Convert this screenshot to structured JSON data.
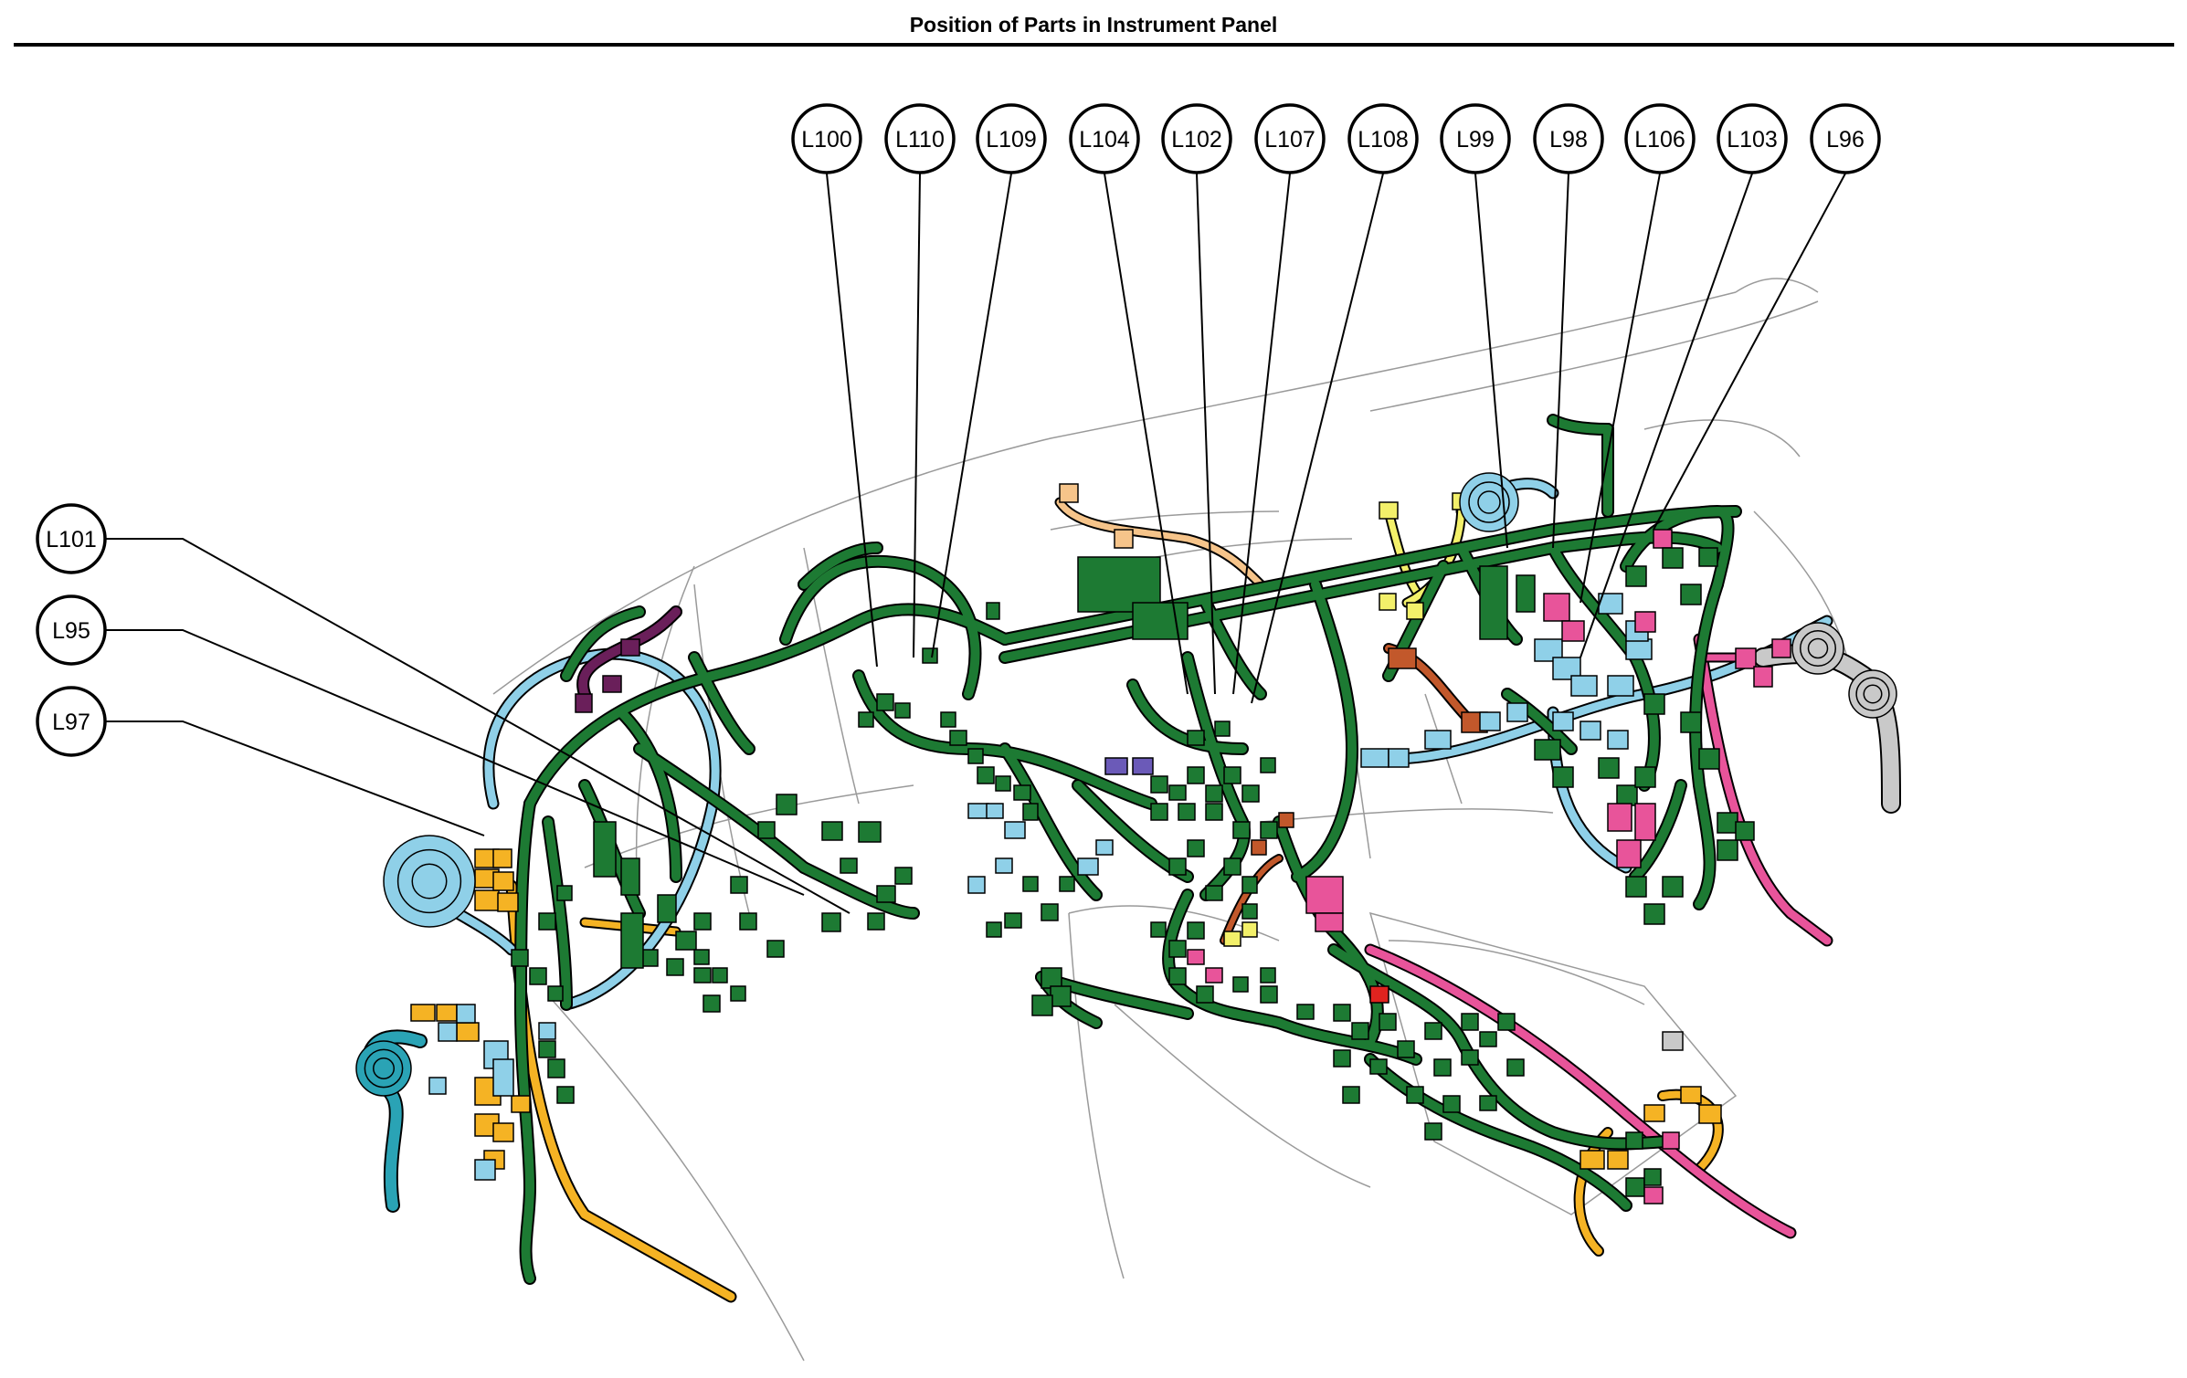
{
  "title": "Position of Parts in Instrument Panel",
  "labels": [
    "L100",
    "L110",
    "L109",
    "L104",
    "L102",
    "L107",
    "L108",
    "L99",
    "L98",
    "L106",
    "L103",
    "L96",
    "L101",
    "L95",
    "L97"
  ],
  "colors": {
    "green": "#1d7a33",
    "light_blue": "#8fd0e8",
    "orange": "#f5b324",
    "pink": "#e8549a",
    "teal": "#2aa3b5",
    "purple": "#6a1f5a",
    "violet": "#6b5ab8",
    "brown": "#c2582b",
    "yellow": "#f3f06a",
    "gray": "#c9c9c9",
    "red": "#e0231f",
    "peach": "#f6c48a",
    "outline": "#000000"
  }
}
